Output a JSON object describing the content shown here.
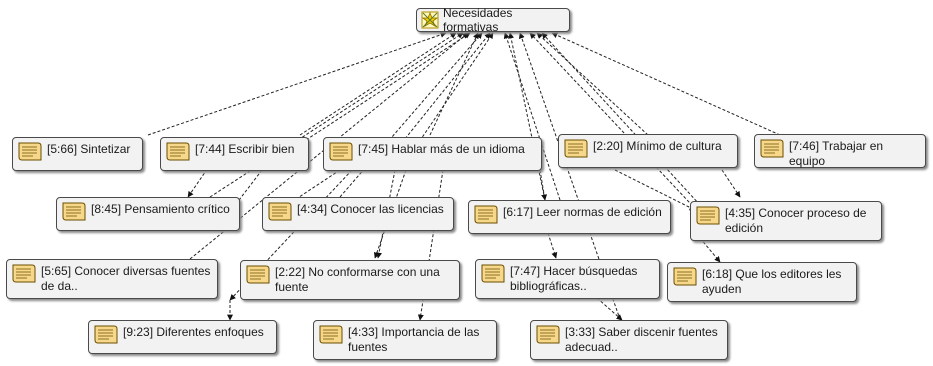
{
  "root": {
    "label": "Necesidades formativas",
    "icon": "family-icon"
  },
  "nodes": [
    {
      "id": "n1",
      "label": "[5:66] Sintetizar",
      "icon": "quotation-icon"
    },
    {
      "id": "n2",
      "label": "[7:44] Escribir bien",
      "icon": "quotation-icon"
    },
    {
      "id": "n3",
      "label": "[7:45] Hablar más de un idioma",
      "icon": "quotation-icon"
    },
    {
      "id": "n4",
      "label": "[2:20] Mínimo de cultura",
      "icon": "quotation-icon"
    },
    {
      "id": "n5",
      "label": "[7:46] Trabajar en equipo",
      "icon": "quotation-icon"
    },
    {
      "id": "n6",
      "label": "[8:45] Pensamiento crítico",
      "icon": "quotation-icon"
    },
    {
      "id": "n7",
      "label": "[4:34] Conocer las licencias",
      "icon": "quotation-icon"
    },
    {
      "id": "n8",
      "label": "[6:17] Leer normas de edición",
      "icon": "quotation-icon"
    },
    {
      "id": "n9",
      "label": "[4:35] Conocer proceso de edición",
      "icon": "quotation-icon"
    },
    {
      "id": "n10",
      "label": "[5:65] Conocer diversas fuentes de da..",
      "icon": "quotation-icon"
    },
    {
      "id": "n11",
      "label": "[2:22] No conformarse con una fuente",
      "icon": "quotation-icon"
    },
    {
      "id": "n12",
      "label": "[7:47] Hacer búsquedas bibliográficas..",
      "icon": "quotation-icon"
    },
    {
      "id": "n13",
      "label": "[6:18] Que los editores les ayuden",
      "icon": "quotation-icon"
    },
    {
      "id": "n14",
      "label": "[9:23] Diferentes enfoques",
      "icon": "quotation-icon"
    },
    {
      "id": "n15",
      "label": "[4:33] Importancia de las fuentes",
      "icon": "quotation-icon"
    },
    {
      "id": "n16",
      "label": "[3:33] Saber discenir fuentes adecuad..",
      "icon": "quotation-icon"
    }
  ],
  "edges": [
    {
      "from": "n1",
      "to": "root"
    },
    {
      "from": "n2",
      "to": "root"
    },
    {
      "from": "n3",
      "to": "root"
    },
    {
      "from": "n4",
      "to": "root"
    },
    {
      "from": "n5",
      "to": "root"
    },
    {
      "from": "n6",
      "to": "root"
    },
    {
      "from": "n7",
      "to": "root"
    },
    {
      "from": "n8",
      "to": "root"
    },
    {
      "from": "n9",
      "to": "root"
    },
    {
      "from": "n10",
      "to": "root"
    },
    {
      "from": "n11",
      "to": "root"
    },
    {
      "from": "n12",
      "to": "root"
    },
    {
      "from": "n13",
      "to": "root"
    },
    {
      "from": "n14",
      "to": "root"
    },
    {
      "from": "n15",
      "to": "root"
    },
    {
      "from": "n16",
      "to": "root"
    }
  ]
}
